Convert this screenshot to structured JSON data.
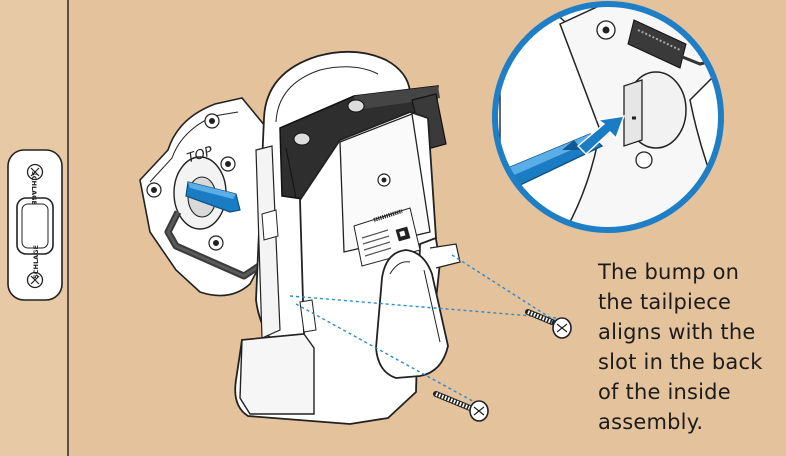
{
  "labels": {
    "top_marking": "TOP",
    "strike_brand": "SCHLAGE"
  },
  "caption": {
    "lines": [
      "The bump on",
      "the tailpiece",
      "aligns with the",
      "slot in the back",
      "of the inside",
      "assembly."
    ]
  },
  "colors": {
    "door_face": "#e3c29c",
    "door_edge": "#e8c9a5",
    "tailpiece_blue": "#1a7dc4",
    "callout_ring": "#1e7fc6",
    "guide_line": "#2b8ad0",
    "housing_dark": "#2e2e2e"
  },
  "icons": [
    "callout-magnifier",
    "screw-icon",
    "tailpiece-arrow-icon"
  ]
}
